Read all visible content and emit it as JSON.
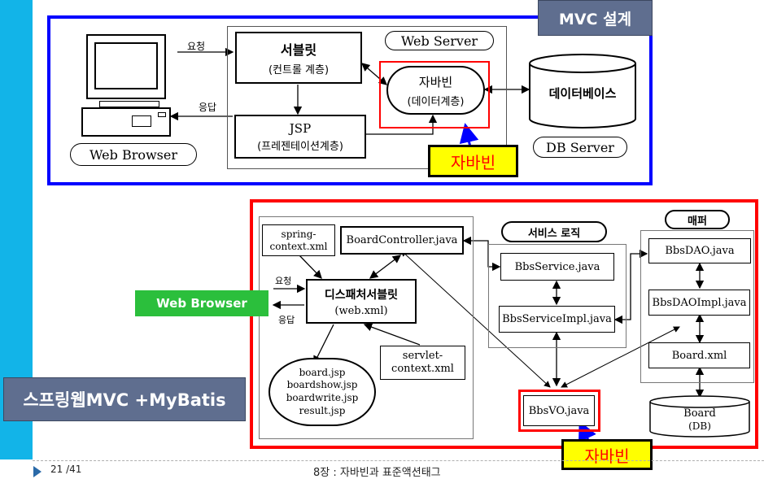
{
  "slide": {
    "title_badge": "MVC 설계",
    "spring_badge": "스프링웹MVC +MyBatis",
    "page_current": "21",
    "page_total": "/41",
    "footer_text": "8장 : 자바빈과 표준액션태그"
  },
  "top": {
    "request_label": "요청",
    "response_label": "응답",
    "web_browser": "Web Browser",
    "web_server": "Web Server",
    "servlet_title": "서블릿",
    "servlet_sub": "(컨트롤 계층)",
    "jsp_title": "JSP",
    "jsp_sub": "(프레젠테이션계층)",
    "javabean_title": "자바빈",
    "javabean_sub": "(데이터계층)",
    "database": "데이터베이스",
    "db_server": "DB Server",
    "javabean_callout": "자바빈"
  },
  "bottom": {
    "spring_context": "spring-\ncontext.xml",
    "board_controller": "BoardController.java",
    "dispatcher_title": "디스패처서블릿",
    "dispatcher_sub": "(web.xml)",
    "request_label": "요청",
    "response_label": "응답",
    "web_browser": "Web Browser",
    "views": "board.jsp\nboardshow.jsp\nboardwrite.jsp\nresult.jsp",
    "servlet_context": "servlet-\ncontext.xml",
    "service_logic": "서비스 로직",
    "bbs_service": "BbsService.java",
    "bbs_service_impl": "BbsServiceImpl.java",
    "mapper": "매퍼",
    "bbs_dao": "BbsDAO.java",
    "bbs_dao_impl": "BbsDAOImpl.java",
    "board_xml": "Board.xml",
    "board_db_title": "Board",
    "board_db_sub": "(DB)",
    "bbs_vo": "BbsVO.java",
    "javabean_callout": "자바빈"
  },
  "colors": {
    "left_bar": "#12b4e8",
    "top_frame": "#0000ff",
    "bottom_frame": "#ff0000",
    "title_badge": "#5f6e8f",
    "spring_badge": "#5f6e8f",
    "callout_fill": "#ffff00",
    "web_browser_green": "#2bbf3c"
  }
}
